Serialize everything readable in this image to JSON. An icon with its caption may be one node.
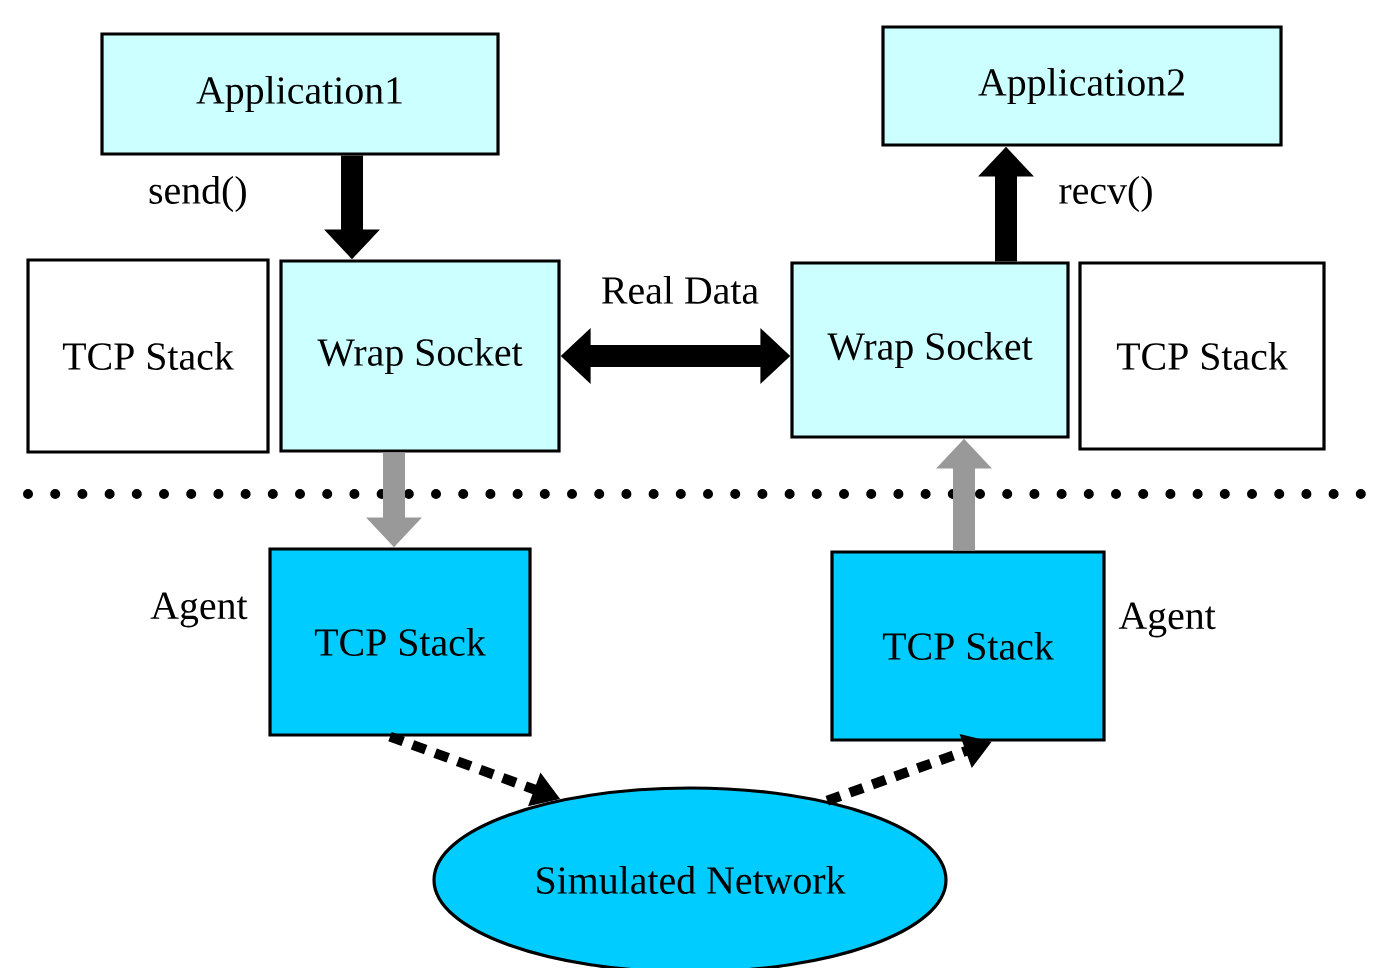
{
  "diagram": {
    "nodes": [
      {
        "text": [
          "Application1"
        ]
      },
      {
        "text": [
          "Application2"
        ]
      },
      {
        "text": [
          "TCP Stack"
        ]
      },
      {
        "text": [
          "Wrap Socket"
        ]
      },
      {
        "text": [
          "Wrap Socket"
        ]
      },
      {
        "text": [
          "TCP Stack"
        ]
      },
      {
        "text": [
          "TCP Stack"
        ],
        "beside": [
          "Agent"
        ]
      },
      {
        "text": [
          "TCP Stack"
        ],
        "beside": [
          "Agent"
        ]
      },
      {
        "text": [
          "Simulated Network"
        ]
      }
    ],
    "edges": [
      {
        "from": 0,
        "to": 3,
        "arrow": "to",
        "label": "send()"
      },
      {
        "from": 4,
        "to": 1,
        "arrow": "to",
        "label": "recv()"
      },
      {
        "from": 3,
        "to": 4,
        "arrow": "both",
        "label": "Real Data"
      },
      {
        "from": 3,
        "to": 6,
        "arrow": "to",
        "color": "#999999"
      },
      {
        "from": 7,
        "to": 4,
        "arrow": "to",
        "color": "#999999"
      },
      {
        "from": 6,
        "to": 8,
        "arrow": "to",
        "style": "dashed"
      },
      {
        "from": 8,
        "to": 7,
        "arrow": "to",
        "style": "dashed"
      }
    ]
  }
}
